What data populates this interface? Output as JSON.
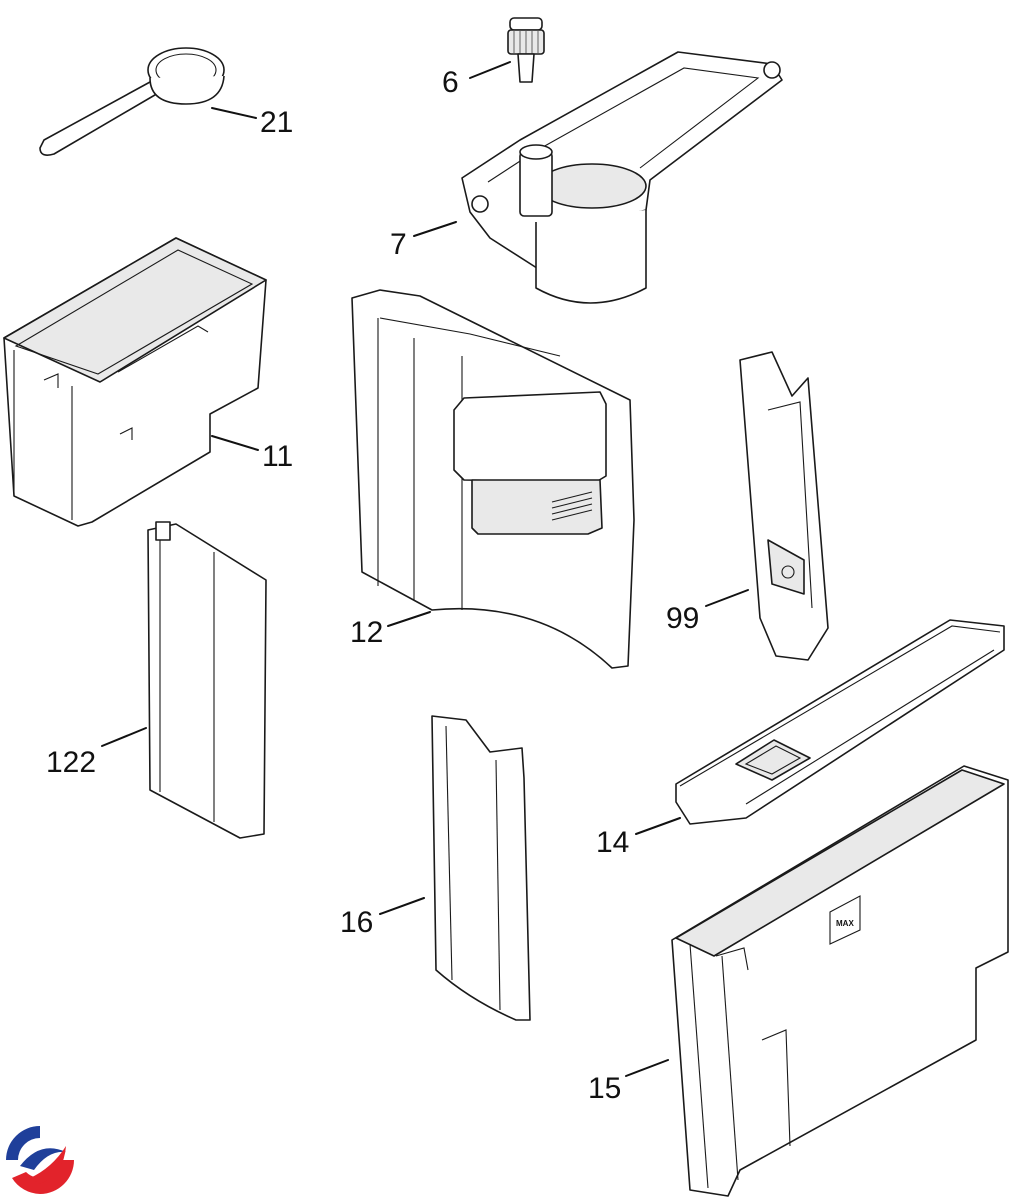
{
  "callouts": {
    "c6": "6",
    "c7": "7",
    "c11": "11",
    "c12": "12",
    "c14": "14",
    "c15": "15",
    "c16": "16",
    "c21": "21",
    "c99": "99",
    "c122": "122"
  },
  "tank_mark": "MAX",
  "logo": {
    "colors": {
      "blue": "#1f3f9a",
      "red": "#e2232b"
    }
  }
}
